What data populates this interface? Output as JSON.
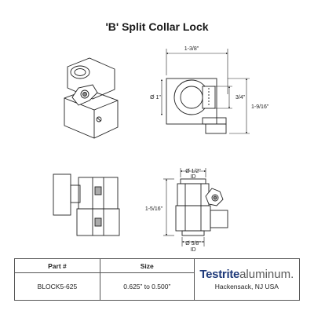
{
  "title": "'B' Split Collar Lock",
  "dimensions": {
    "top_width": "1-3/8\"",
    "diameter_main": "Ø 1\"",
    "height_small": "3/4\"",
    "height_total": "1-9/16\"",
    "diameter_top": "Ø 1/2\"",
    "id_top": "ID",
    "height_side": "1-5/16\"",
    "diameter_bottom": "Ø 5/8\"",
    "id_bottom": "ID"
  },
  "table": {
    "headers": [
      "Part #",
      "Size"
    ],
    "rows": [
      {
        "part": "BLOCK5-625",
        "size": "0.625” to 0.500”"
      }
    ]
  },
  "brand": {
    "name_bold": "Testrite",
    "name_light": "aluminum.",
    "location": "Hackensack, NJ USA",
    "color": "#1f3a7a"
  }
}
